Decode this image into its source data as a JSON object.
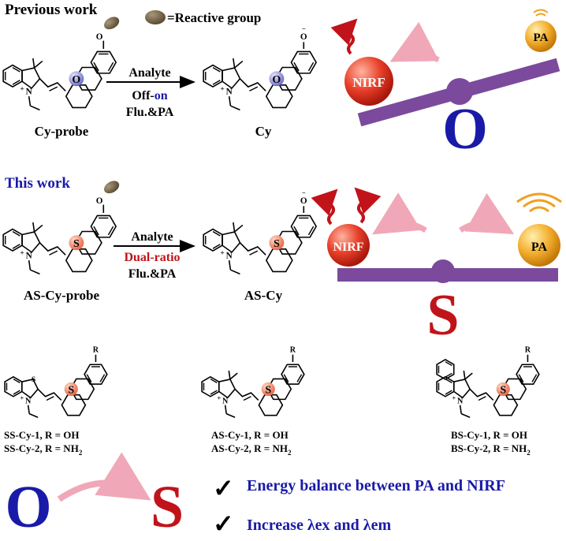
{
  "sections": {
    "previous": "Previous work",
    "this": "This work"
  },
  "legend": {
    "reactive_group": "=Reactive group"
  },
  "reaction1": {
    "arrow_top": "Analyte",
    "arrow_mid_a": "Off-",
    "arrow_mid_b": "on",
    "arrow_bottom": "Flu.&PA",
    "probe_label": "Cy-probe",
    "product_label": "Cy",
    "atom": "O"
  },
  "reaction2": {
    "arrow_top": "Analyte",
    "arrow_mid": "Dual-ratio",
    "arrow_bottom": "Flu.&PA",
    "probe_label": "AS-Cy-probe",
    "product_label": "AS-Cy",
    "atom": "S"
  },
  "balance1": {
    "left": "NIRF",
    "right": "PA",
    "pivot": "O"
  },
  "balance2": {
    "left": "NIRF",
    "right": "PA",
    "pivot": "S"
  },
  "compounds": [
    {
      "label1": "SS-Cy-1, R = OH",
      "label2a": "SS-Cy-2, R = NH",
      "sub": "2",
      "heteroatom": "S",
      "R": "R",
      "core_atom": "S"
    },
    {
      "label1": "AS-Cy-1, R = OH",
      "label2a": "AS-Cy-2, R = NH",
      "sub": "2",
      "R": "R",
      "core_atom": "S"
    },
    {
      "label1": "BS-Cy-1, R = OH",
      "label2a": "BS-Cy-2, R = NH",
      "sub": "2",
      "R": "R",
      "core_atom": "S"
    }
  ],
  "bottom": {
    "from": "O",
    "to": "S",
    "point1": "Energy balance between PA and NIRF",
    "point2": "Increase λex and λem",
    "check": "✓"
  },
  "atoms": {
    "N": "N",
    "plus": "+",
    "O": "O",
    "O_anion": "O"
  },
  "colors": {
    "accent_blue": "#1a1aa8",
    "accent_red": "#c0141a",
    "seesaw": "#7b4a9c",
    "o_ball": "#8c8cd8",
    "s_ball": "#f0886a",
    "nirf": "#e03a22",
    "pa": "#f0a020",
    "reactive": "#6e6048",
    "curve_arrow": "#f0a8b8"
  }
}
